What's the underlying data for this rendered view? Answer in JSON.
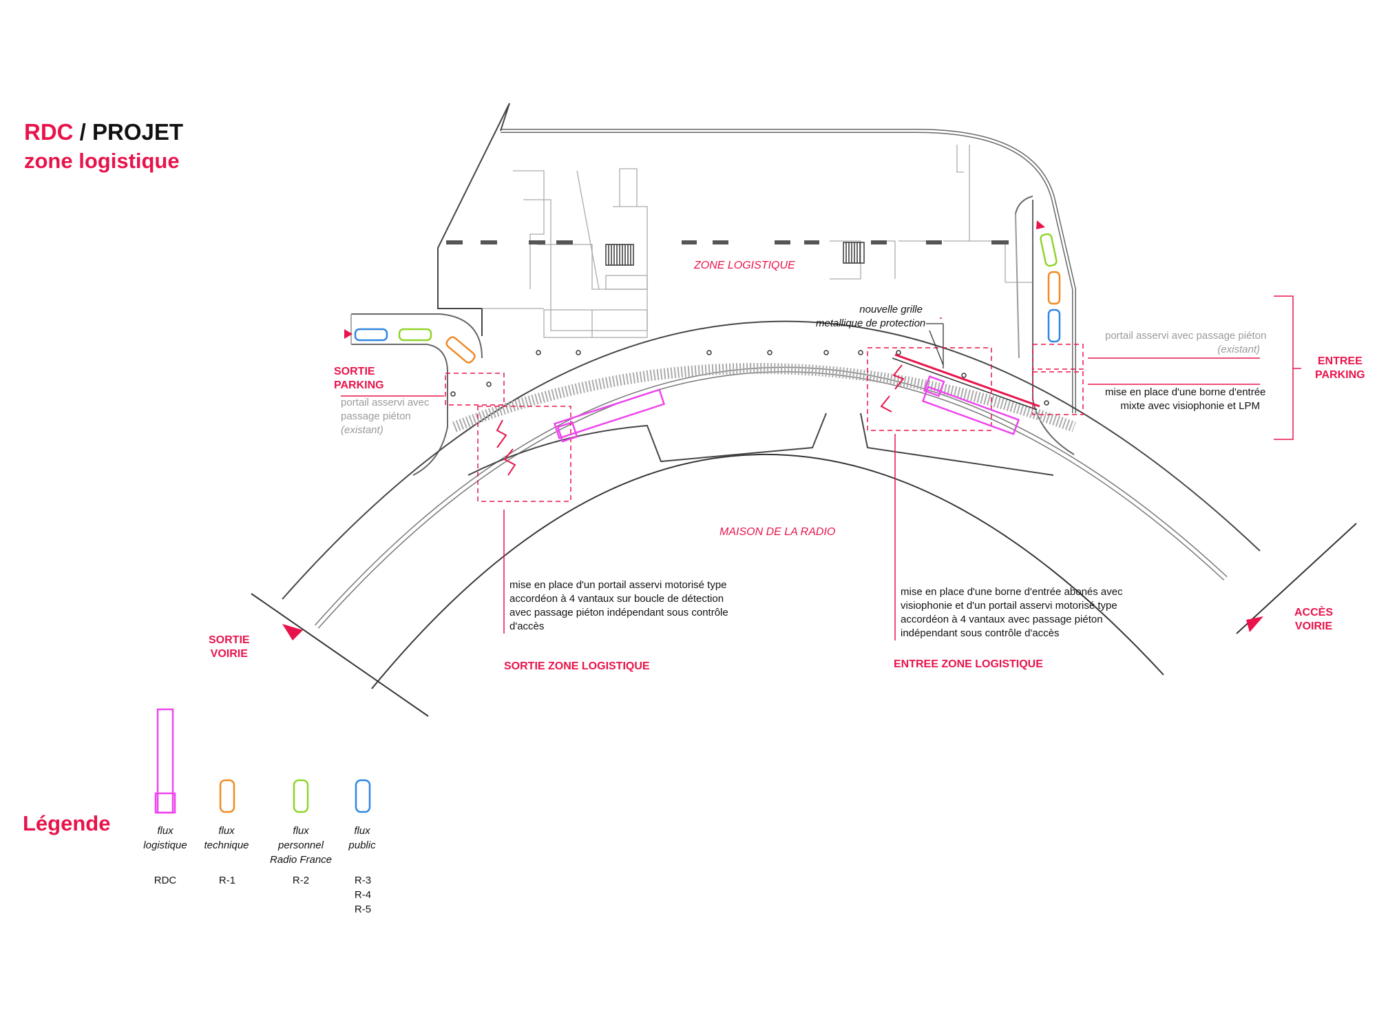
{
  "title": {
    "level": "RDC",
    "separator": " / PROJET",
    "subtitle": "zone logistique"
  },
  "zones": {
    "logistique": "ZONE LOGISTIQUE",
    "maison": "MAISON DE LA RADIO"
  },
  "labels": {
    "sortie_parking": [
      "SORTIE",
      "PARKING"
    ],
    "entree_parking": [
      "ENTREE",
      "PARKING"
    ],
    "sortie_voirie": [
      "SORTIE",
      "VOIRIE"
    ],
    "acces_voirie": [
      "ACCÈS",
      "VOIRIE"
    ],
    "sortie_zone": "SORTIE ZONE LOGISTIQUE",
    "entree_zone": "ENTREE ZONE LOGISTIQUE"
  },
  "notes": {
    "portail_left": [
      "portail asservi avec",
      "passage piéton"
    ],
    "existant_left": "(existant)",
    "portail_right": "portail asservi avec passage piéton",
    "existant_right": "(existant)",
    "grille": [
      "nouvelle grille",
      "metallique de protection"
    ],
    "borne_parking": [
      "mise en place d'une borne d'entrée",
      "mixte avec visiophonie et LPM"
    ],
    "portail_sortie": [
      "mise en place d'un portail asservi motorisé type",
      "accordéon à 4 vantaux sur boucle de détection",
      "avec passage piéton indépendant sous contrôle",
      "d'accès"
    ],
    "borne_entree": [
      "mise en place d'une borne d'entrée abonés avec",
      "visiophonie et d'un portail asservi motorisé type",
      "accordéon à 4 vantaux avec passage piéton",
      "indépendant sous contrôle d'accès"
    ]
  },
  "legend": {
    "title": "Légende",
    "items": [
      {
        "caption": [
          "flux",
          "logistique"
        ],
        "code": [
          "RDC"
        ],
        "color": "#ee44ee",
        "icon": "truck-icon"
      },
      {
        "caption": [
          "flux",
          "technique"
        ],
        "code": [
          "R-1"
        ],
        "color": "#f08a24",
        "icon": "car-icon"
      },
      {
        "caption": [
          "flux",
          "personnel",
          "Radio France"
        ],
        "code": [
          "R-2"
        ],
        "color": "#8fd42a",
        "icon": "car-icon"
      },
      {
        "caption": [
          "flux",
          "public"
        ],
        "code": [
          "R-3",
          "R-4",
          "R-5"
        ],
        "color": "#2f86e0",
        "icon": "car-icon"
      }
    ]
  },
  "colors": {
    "accent": "#e8134a",
    "wall": "#444444",
    "thin": "#9a9a9a",
    "truck": "#ee44ee",
    "orange": "#f08a24",
    "green": "#8fd42a",
    "blue": "#2f86e0"
  }
}
